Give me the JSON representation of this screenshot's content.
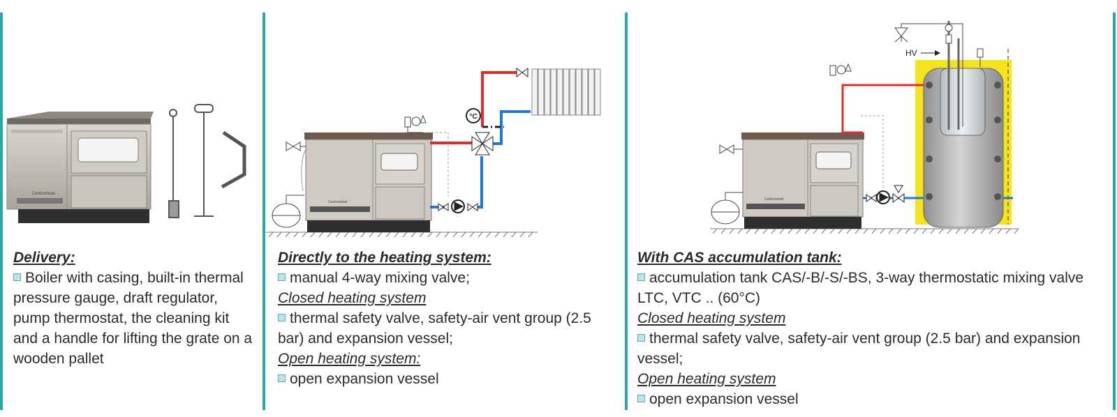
{
  "colors": {
    "divider": "#2aa6a6",
    "hot_pipe": "#e32b2b",
    "cold_pipe": "#1e78d8",
    "insulation": "#f4e21c"
  },
  "panels": [
    {
      "heading": "Delivery:",
      "items": [
        {
          "type": "bullet",
          "text": "Boiler with casing, built-in thermal pressure gauge, draft regulator, pump thermostat, the cleaning kit and a handle for lifting the grate on a wooden pallet"
        }
      ],
      "boiler_brand": "Centrometal"
    },
    {
      "heading": "Directly to the heating system:",
      "items": [
        {
          "type": "bullet",
          "text": "manual 4-way mixing valve;"
        },
        {
          "type": "subheading",
          "text": "Closed heating system"
        },
        {
          "type": "bullet",
          "text": "thermal safety valve, safety-air vent group (2.5 bar) and expansion vessel;"
        },
        {
          "type": "subheading",
          "text": "Open heating system:"
        },
        {
          "type": "bullet",
          "text": "open expansion vessel"
        }
      ],
      "boiler_brand": "Centrometal",
      "thermo_label": "°C"
    },
    {
      "heading": "With CAS accumulation tank:",
      "items": [
        {
          "type": "bullet",
          "text": "accumulation tank CAS/-B/-S/-BS, 3-way thermostatic mixing valve LTC, VTC .. (60°C)"
        },
        {
          "type": "subheading",
          "text": "Closed heating system"
        },
        {
          "type": "bullet",
          "text": "thermal safety valve, safety-air vent group (2.5 bar) and expansion vessel;"
        },
        {
          "type": "subheading",
          "text": "Open heating system"
        },
        {
          "type": "bullet",
          "text": "open expansion vessel"
        }
      ],
      "boiler_brand": "Centrometal",
      "hv_label": "HV"
    }
  ]
}
